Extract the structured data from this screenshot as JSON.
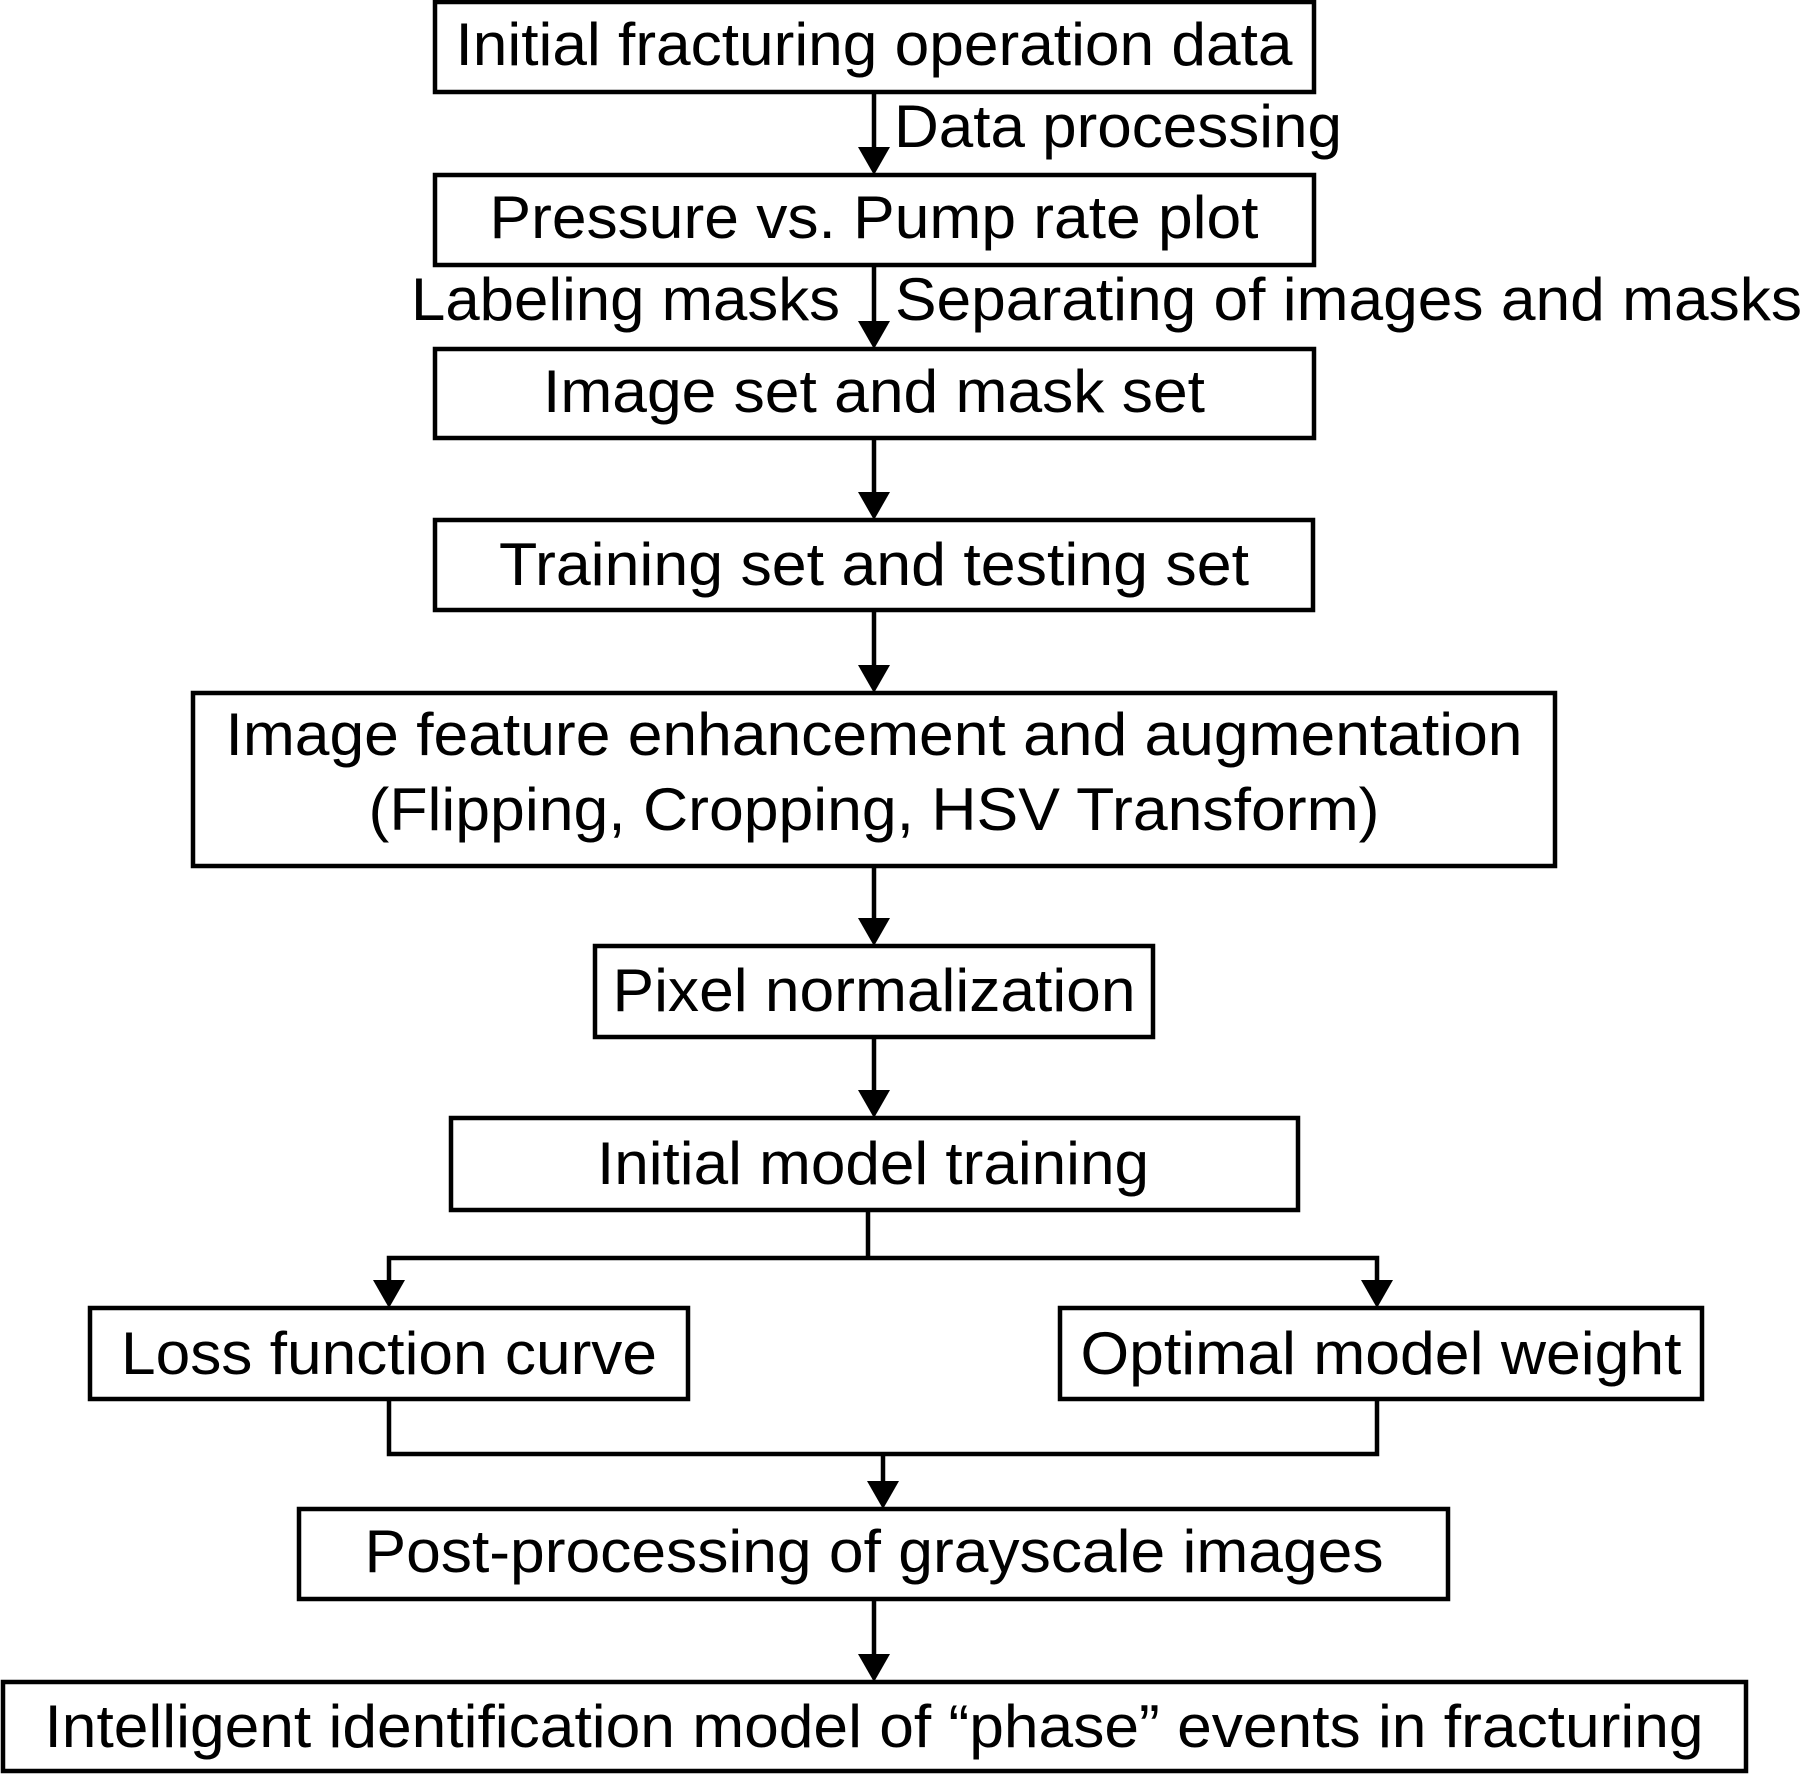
{
  "diagram": {
    "type": "flowchart",
    "nodes": {
      "initial_data": "Initial fracturing operation data",
      "pressure_plot": "Pressure vs. Pump rate plot",
      "image_mask_set": "Image set and mask set",
      "train_test_set": "Training set and testing set",
      "enhancement_line1": "Image feature enhancement and augmentation",
      "enhancement_line2": "(Flipping, Cropping, HSV Transform)",
      "pixel_normalization": "Pixel normalization",
      "initial_training": "Initial model training",
      "loss_curve": "Loss function curve",
      "optimal_weight": "Optimal model weight",
      "post_processing": "Post-processing of grayscale images",
      "final_model": "Intelligent identification model of “phase” events in fracturing"
    },
    "edge_labels": {
      "data_processing": "Data processing",
      "labeling_masks": "Labeling masks",
      "separating": "Separating of images and masks"
    },
    "edges": [
      {
        "from": "initial_data",
        "to": "pressure_plot",
        "label": "data_processing"
      },
      {
        "from": "pressure_plot",
        "to": "image_mask_set",
        "labels": [
          "labeling_masks",
          "separating"
        ]
      },
      {
        "from": "image_mask_set",
        "to": "train_test_set"
      },
      {
        "from": "train_test_set",
        "to": "enhancement"
      },
      {
        "from": "enhancement",
        "to": "pixel_normalization"
      },
      {
        "from": "pixel_normalization",
        "to": "initial_training"
      },
      {
        "from": "initial_training",
        "to": "loss_curve"
      },
      {
        "from": "initial_training",
        "to": "optimal_weight"
      },
      {
        "from": "loss_curve",
        "to": "post_processing"
      },
      {
        "from": "optimal_weight",
        "to": "post_processing"
      },
      {
        "from": "post_processing",
        "to": "final_model"
      }
    ]
  }
}
